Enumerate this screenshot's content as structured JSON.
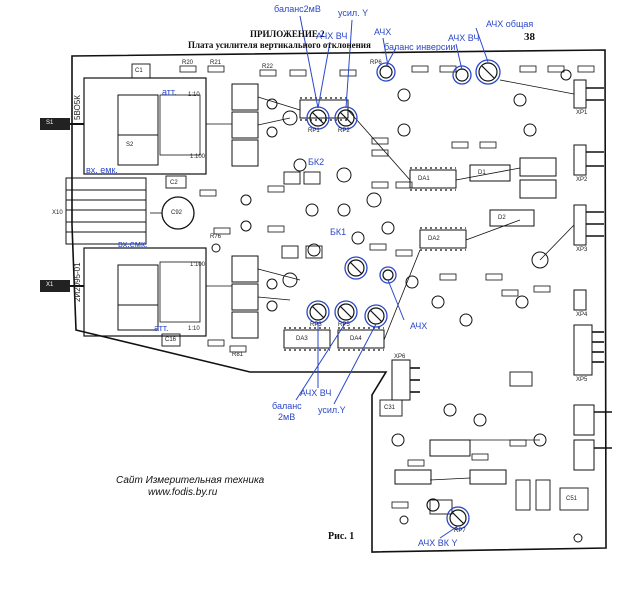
{
  "header": {
    "appendix": "ПРИЛОЖЕНИЕ 2",
    "title": "Плата усилителя вертикального отклонения",
    "page_number": "38"
  },
  "figure_caption": "Рис. 1",
  "site": {
    "line1": "Сайт Измерительная техника",
    "line2": "www.fodis.by.ru"
  },
  "annotations": {
    "balance_2mv_top": "баланс2мВ",
    "gain_y_top": "усил. Y",
    "achkh_top": "АЧХ",
    "achkh_vch_top_left": "АЧХ ВЧ",
    "balance_inversion": "баланс инверсии",
    "achkh_vch_top_right": "АЧХ ВЧ",
    "achkh_general": "АЧХ общая",
    "att_top": "атт.",
    "input_cap_top": "вх. емк.",
    "input_cap_bottom": "вх.емк.",
    "att_bottom": "атт.",
    "bk2": "БК2",
    "bk1": "БК1",
    "achkh_mid": "АЧХ",
    "achkh_vch_bottom": "АЧХ ВЧ",
    "balance_2mv_bottom_1": "баланс",
    "balance_2mv_bottom_2": "2мВ",
    "gain_y_bottom": "усил.Y",
    "achkh_vk_y": "АЧХ ВК Y"
  },
  "board_labels": {
    "att_top_vertical": "5ВО5К",
    "att_bottom_vertical": "2И2095-01",
    "c1": "C1",
    "c2": "C2",
    "c16": "C16",
    "c92": "C92",
    "c31": "C31",
    "c51": "C51",
    "r20": "R20",
    "r21": "R21",
    "r22": "R22",
    "r76": "R76",
    "r81": "R81",
    "s1": "S1",
    "s2": "S2",
    "x1": "X1",
    "x10": "X10",
    "xp1": "XP1",
    "xp2": "XP2",
    "xp3": "XP3",
    "xp4": "XP4",
    "xp5": "XP5",
    "xp6": "XP6",
    "rp1": "RP1",
    "rp2": "RP2",
    "rp3": "RP3",
    "rp5": "RP5",
    "rp6": "RP6",
    "rp7": "RP7",
    "da1": "DA1",
    "da2": "DA2",
    "da3": "DA3",
    "da4": "DA4",
    "d1": "D1",
    "d2": "D2",
    "div_10_a": "1:10",
    "div_100_a": "1:100",
    "div_100_b": "1:100",
    "div_10_b": "1:10"
  },
  "colors": {
    "annotation": "#2b48c8",
    "ink": "#111111",
    "board_bg": "#ffffff"
  }
}
